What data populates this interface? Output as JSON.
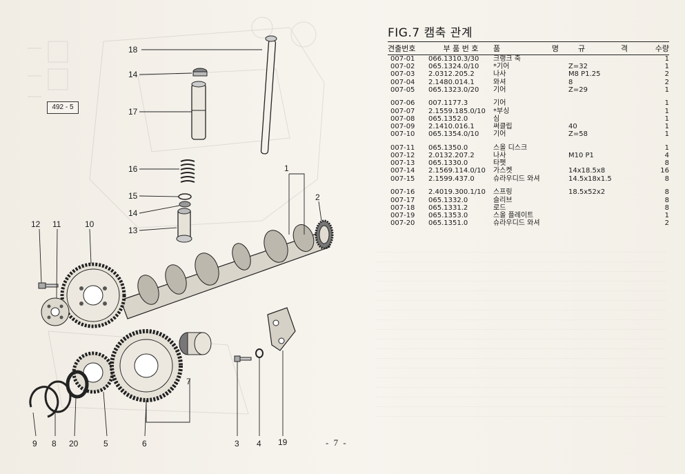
{
  "figure": {
    "title": "FIG.7 캠축 관계",
    "reference_box": "492 - 5",
    "page_number": "- 7 -"
  },
  "headers": {
    "no": "견출번호",
    "part_no": "부 품 번 호",
    "name_a": "품",
    "name_b": "명",
    "spec_a": "규",
    "spec_b": "격",
    "qty": "수량"
  },
  "groups": [
    [
      {
        "no": "007-01",
        "part_no": "066.1310.3/30",
        "name": "크랭크 축",
        "spec": "",
        "qty": "1"
      },
      {
        "no": "007-02",
        "part_no": "065.1324.0/10",
        "name": "*기어",
        "spec": "Z=32",
        "qty": "1"
      },
      {
        "no": "007-03",
        "part_no": "2.0312.205.2",
        "name": "나사",
        "spec": "M8 P1.25",
        "qty": "2"
      },
      {
        "no": "007-04",
        "part_no": "2.1480.014.1",
        "name": "와셔",
        "spec": "8",
        "qty": "2"
      },
      {
        "no": "007-05",
        "part_no": "065.1323.0/20",
        "name": "기어",
        "spec": "Z=29",
        "qty": "1"
      }
    ],
    [
      {
        "no": "007-06",
        "part_no": "007.1177.3",
        "name": "기어",
        "spec": "",
        "qty": "1"
      },
      {
        "no": "007-07",
        "part_no": "2.1559.185.0/10",
        "name": "*부싱",
        "spec": "",
        "qty": "1"
      },
      {
        "no": "007-08",
        "part_no": "065.1352.0",
        "name": "심",
        "spec": "",
        "qty": "1"
      },
      {
        "no": "007-09",
        "part_no": "2.1410.016.1",
        "name": "써클립",
        "spec": "40",
        "qty": "1"
      },
      {
        "no": "007-10",
        "part_no": "065.1354.0/10",
        "name": "기어",
        "spec": "Z=58",
        "qty": "1"
      }
    ],
    [
      {
        "no": "007-11",
        "part_no": "065.1350.0",
        "name": "스올 디스크",
        "spec": "",
        "qty": "1"
      },
      {
        "no": "007-12",
        "part_no": "2.0132.207.2",
        "name": "나사",
        "spec": "M10 P1",
        "qty": "4"
      },
      {
        "no": "007-13",
        "part_no": "065.1330.0",
        "name": "타펫",
        "spec": "",
        "qty": "8"
      },
      {
        "no": "007-14",
        "part_no": "2.1569.114.0/10",
        "name": "가스켓",
        "spec": "14x18.5x8",
        "qty": "16"
      },
      {
        "no": "007-15",
        "part_no": "2.1599.437.0",
        "name": "슈라우디드 와셔",
        "spec": "14.5x18x1.5",
        "qty": "8"
      }
    ],
    [
      {
        "no": "007-16",
        "part_no": "2.4019.300.1/10",
        "name": "스프링",
        "spec": "18.5x52x2",
        "qty": "8"
      },
      {
        "no": "007-17",
        "part_no": "065.1332.0",
        "name": "슬리브",
        "spec": "",
        "qty": "8"
      },
      {
        "no": "007-18",
        "part_no": "065.1331.2",
        "name": "로드",
        "spec": "",
        "qty": "8"
      },
      {
        "no": "007-19",
        "part_no": "065.1353.0",
        "name": "스올 플레이트",
        "spec": "",
        "qty": "1"
      },
      {
        "no": "007-20",
        "part_no": "065.1351.0",
        "name": "슈라우디드 와셔",
        "spec": "",
        "qty": "2"
      }
    ]
  ],
  "callouts": [
    {
      "id": "18",
      "label": "18"
    },
    {
      "id": "14a",
      "label": "14"
    },
    {
      "id": "17",
      "label": "17"
    },
    {
      "id": "16",
      "label": "16"
    },
    {
      "id": "15",
      "label": "15"
    },
    {
      "id": "14b",
      "label": "14"
    },
    {
      "id": "13",
      "label": "13"
    },
    {
      "id": "12",
      "label": "12"
    },
    {
      "id": "11",
      "label": "11"
    },
    {
      "id": "10",
      "label": "10"
    },
    {
      "id": "1",
      "label": "1"
    },
    {
      "id": "2",
      "label": "2"
    },
    {
      "id": "7",
      "label": "7"
    },
    {
      "id": "9",
      "label": "9"
    },
    {
      "id": "8",
      "label": "8"
    },
    {
      "id": "20",
      "label": "20"
    },
    {
      "id": "5",
      "label": "5"
    },
    {
      "id": "6",
      "label": "6"
    },
    {
      "id": "3",
      "label": "3"
    },
    {
      "id": "4",
      "label": "4"
    },
    {
      "id": "19",
      "label": "19"
    }
  ]
}
